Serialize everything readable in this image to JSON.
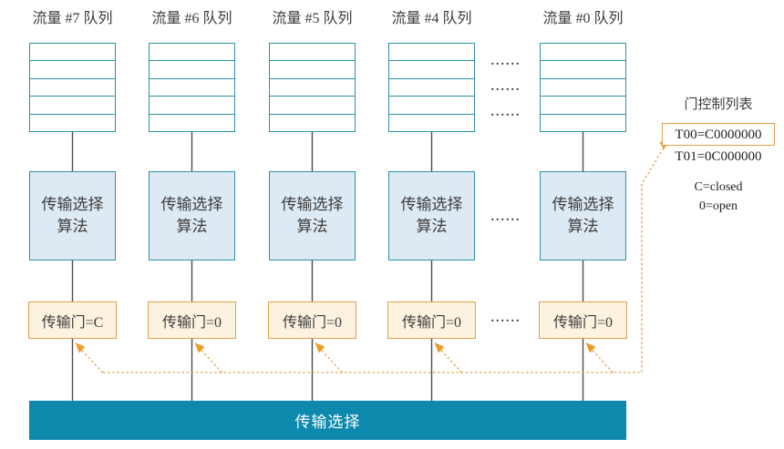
{
  "columns": [
    {
      "queue_label": "流量 #7 队列",
      "algo_label": "传输选择\n算法",
      "gate_label": "传输门=C"
    },
    {
      "queue_label": "流量 #6 队列",
      "algo_label": "传输选择\n算法",
      "gate_label": "传输门=0"
    },
    {
      "queue_label": "流量 #5 队列",
      "algo_label": "传输选择\n算法",
      "gate_label": "传输门=0"
    },
    {
      "queue_label": "流量 #4 队列",
      "algo_label": "传输选择\n算法",
      "gate_label": "传输门=0"
    },
    {
      "queue_label": "流量 #0 队列",
      "algo_label": "传输选择\n算法",
      "gate_label": "传输门=0"
    }
  ],
  "ellipsis": "......",
  "bottom_bar": {
    "label": "传输选择"
  },
  "gate_control_list": {
    "title": "门控制列表",
    "entries": [
      {
        "text": "T00=C0000000"
      },
      {
        "text": "T01=0C000000"
      }
    ],
    "legend": [
      "C=closed",
      "0=open"
    ]
  },
  "colors": {
    "teal_border": "#2e93a8",
    "algo_fill": "#dde9f3",
    "gate_fill": "#fcf2e0",
    "gate_border": "#dfa04b",
    "dashed_orange": "#e2a24b",
    "arrow_orange": "#ef9b28",
    "bar_fill": "#0d89ae",
    "text": "#3c3c3c"
  }
}
